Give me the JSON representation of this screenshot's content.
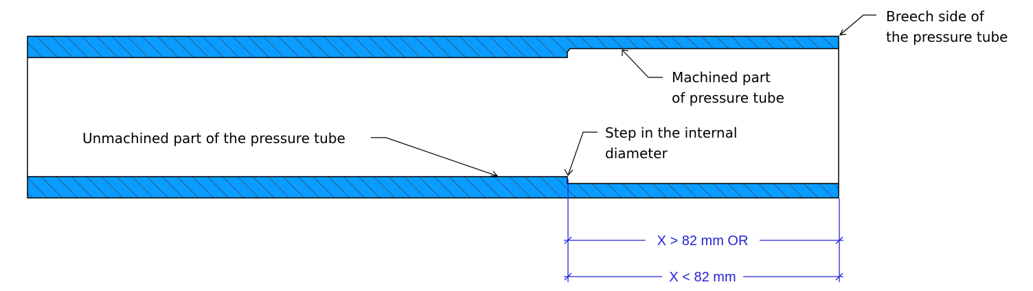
{
  "colors": {
    "tube_fill": "#0a9cff",
    "outline": "#000000",
    "hatch": "#1f5f8f",
    "dimension": "#2323d6",
    "background": "#ffffff"
  },
  "labels": {
    "breech_line1": "Breech side of",
    "breech_line2": "the pressure tube",
    "machined_line1": "Machined part",
    "machined_line2": "of pressure tube",
    "unmachined": "Unmachined part of the pressure tube",
    "step_line1": "Step in the internal",
    "step_line2": "diameter"
  },
  "dimensions": {
    "upper": "X > 82 mm OR",
    "lower": "X < 82 mm"
  }
}
